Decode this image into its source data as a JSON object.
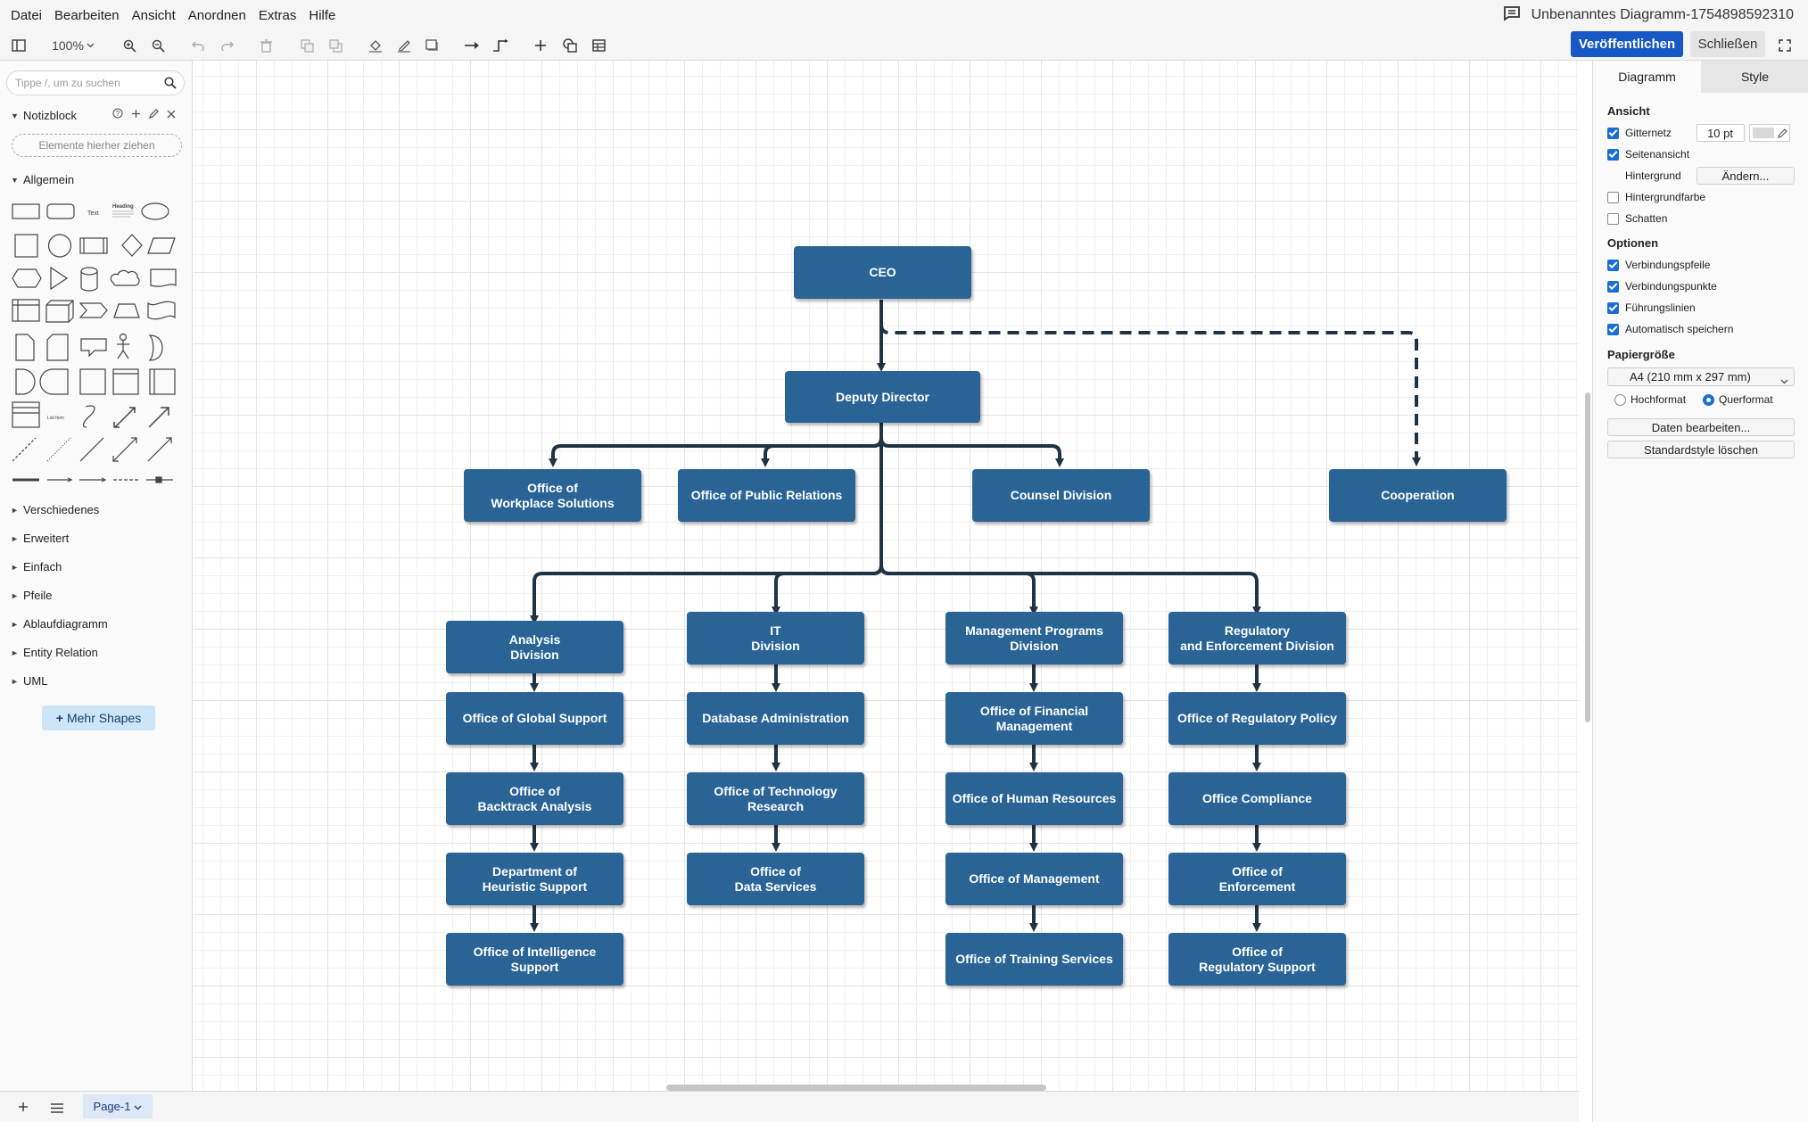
{
  "menubar": {
    "items": [
      "Datei",
      "Bearbeiten",
      "Ansicht",
      "Anordnen",
      "Extras",
      "Hilfe"
    ],
    "document_title": "Unbenanntes Diagramm-1754898592310"
  },
  "toolbar": {
    "zoom": "100%",
    "publish_label": "Veröffentlichen",
    "close_label": "Schließen"
  },
  "sidebar": {
    "search_placeholder": "Tippe /, um zu suchen",
    "notizblock_label": "Notizblock",
    "dropzone_label": "Elemente hierher ziehen",
    "general_label": "Allgemein",
    "categories": [
      "Verschiedenes",
      "Erweitert",
      "Einfach",
      "Pfeile",
      "Ablaufdiagramm",
      "Entity Relation",
      "UML"
    ],
    "more_shapes_label": "Mehr Shapes",
    "shape_text_label": "Text",
    "shape_heading_label": "Heading",
    "shape_list_label": "List Item"
  },
  "diagram": {
    "node_color": "#2a6496",
    "edge_color": "#1f3346",
    "nodes": [
      {
        "id": "ceo",
        "label": "CEO"
      },
      {
        "id": "deputy",
        "label": "Deputy Director"
      },
      {
        "id": "workplace",
        "label": "Office of\nWorkplace Solutions"
      },
      {
        "id": "pr",
        "label": "Office of Public Relations"
      },
      {
        "id": "counsel",
        "label": "Counsel Division"
      },
      {
        "id": "coop",
        "label": "Cooperation"
      },
      {
        "id": "analysis",
        "label": "Analysis\nDivision"
      },
      {
        "id": "it",
        "label": "IT\nDivision"
      },
      {
        "id": "mgmt",
        "label": "Management Programs\nDivision"
      },
      {
        "id": "reg",
        "label": "Regulatory\nand Enforcement Division"
      },
      {
        "id": "a1",
        "label": "Office of Global Support"
      },
      {
        "id": "a2",
        "label": "Office of\nBacktrack Analysis"
      },
      {
        "id": "a3",
        "label": "Department of\nHeuristic Support"
      },
      {
        "id": "a4",
        "label": "Office of Intelligence\nSupport"
      },
      {
        "id": "i1",
        "label": "Database Administration"
      },
      {
        "id": "i2",
        "label": "Office of Technology\nResearch"
      },
      {
        "id": "i3",
        "label": "Office of\nData Services"
      },
      {
        "id": "m1",
        "label": "Office of Financial\nManagement"
      },
      {
        "id": "m2",
        "label": "Office of Human Resources"
      },
      {
        "id": "m3",
        "label": "Office of Management"
      },
      {
        "id": "m4",
        "label": "Office of Training Services"
      },
      {
        "id": "r1",
        "label": "Office of Regulatory Policy"
      },
      {
        "id": "r2",
        "label": "Office Compliance"
      },
      {
        "id": "r3",
        "label": "Office of\nEnforcement"
      },
      {
        "id": "r4",
        "label": "Office of\nRegulatory Support"
      }
    ]
  },
  "rpanel": {
    "tabs": [
      "Diagramm",
      "Style"
    ],
    "view_label": "Ansicht",
    "grid_label": "Gitternetz",
    "grid_size": "10 pt",
    "pageview_label": "Seitenansicht",
    "background_label": "Hintergrund",
    "change_label": "Ändern...",
    "bgcolor_label": "Hintergrundfarbe",
    "shadow_label": "Schatten",
    "options_label": "Optionen",
    "connection_arrows_label": "Verbindungspfeile",
    "connection_points_label": "Verbindungspunkte",
    "guides_label": "Führungslinien",
    "autosave_label": "Automatisch speichern",
    "paper_label": "Papiergröße",
    "paper_value": "A4 (210 mm x 297 mm)",
    "portrait_label": "Hochformat",
    "landscape_label": "Querformat",
    "edit_data_label": "Daten bearbeiten...",
    "clear_style_label": "Standardstyle löschen",
    "checked": {
      "grid": true,
      "pageview": true,
      "bgcolor": false,
      "shadow": false,
      "arrows": true,
      "points": true,
      "guides": true,
      "autosave": true
    },
    "orientation": "landscape"
  },
  "bottombar": {
    "page_label": "Page-1"
  }
}
